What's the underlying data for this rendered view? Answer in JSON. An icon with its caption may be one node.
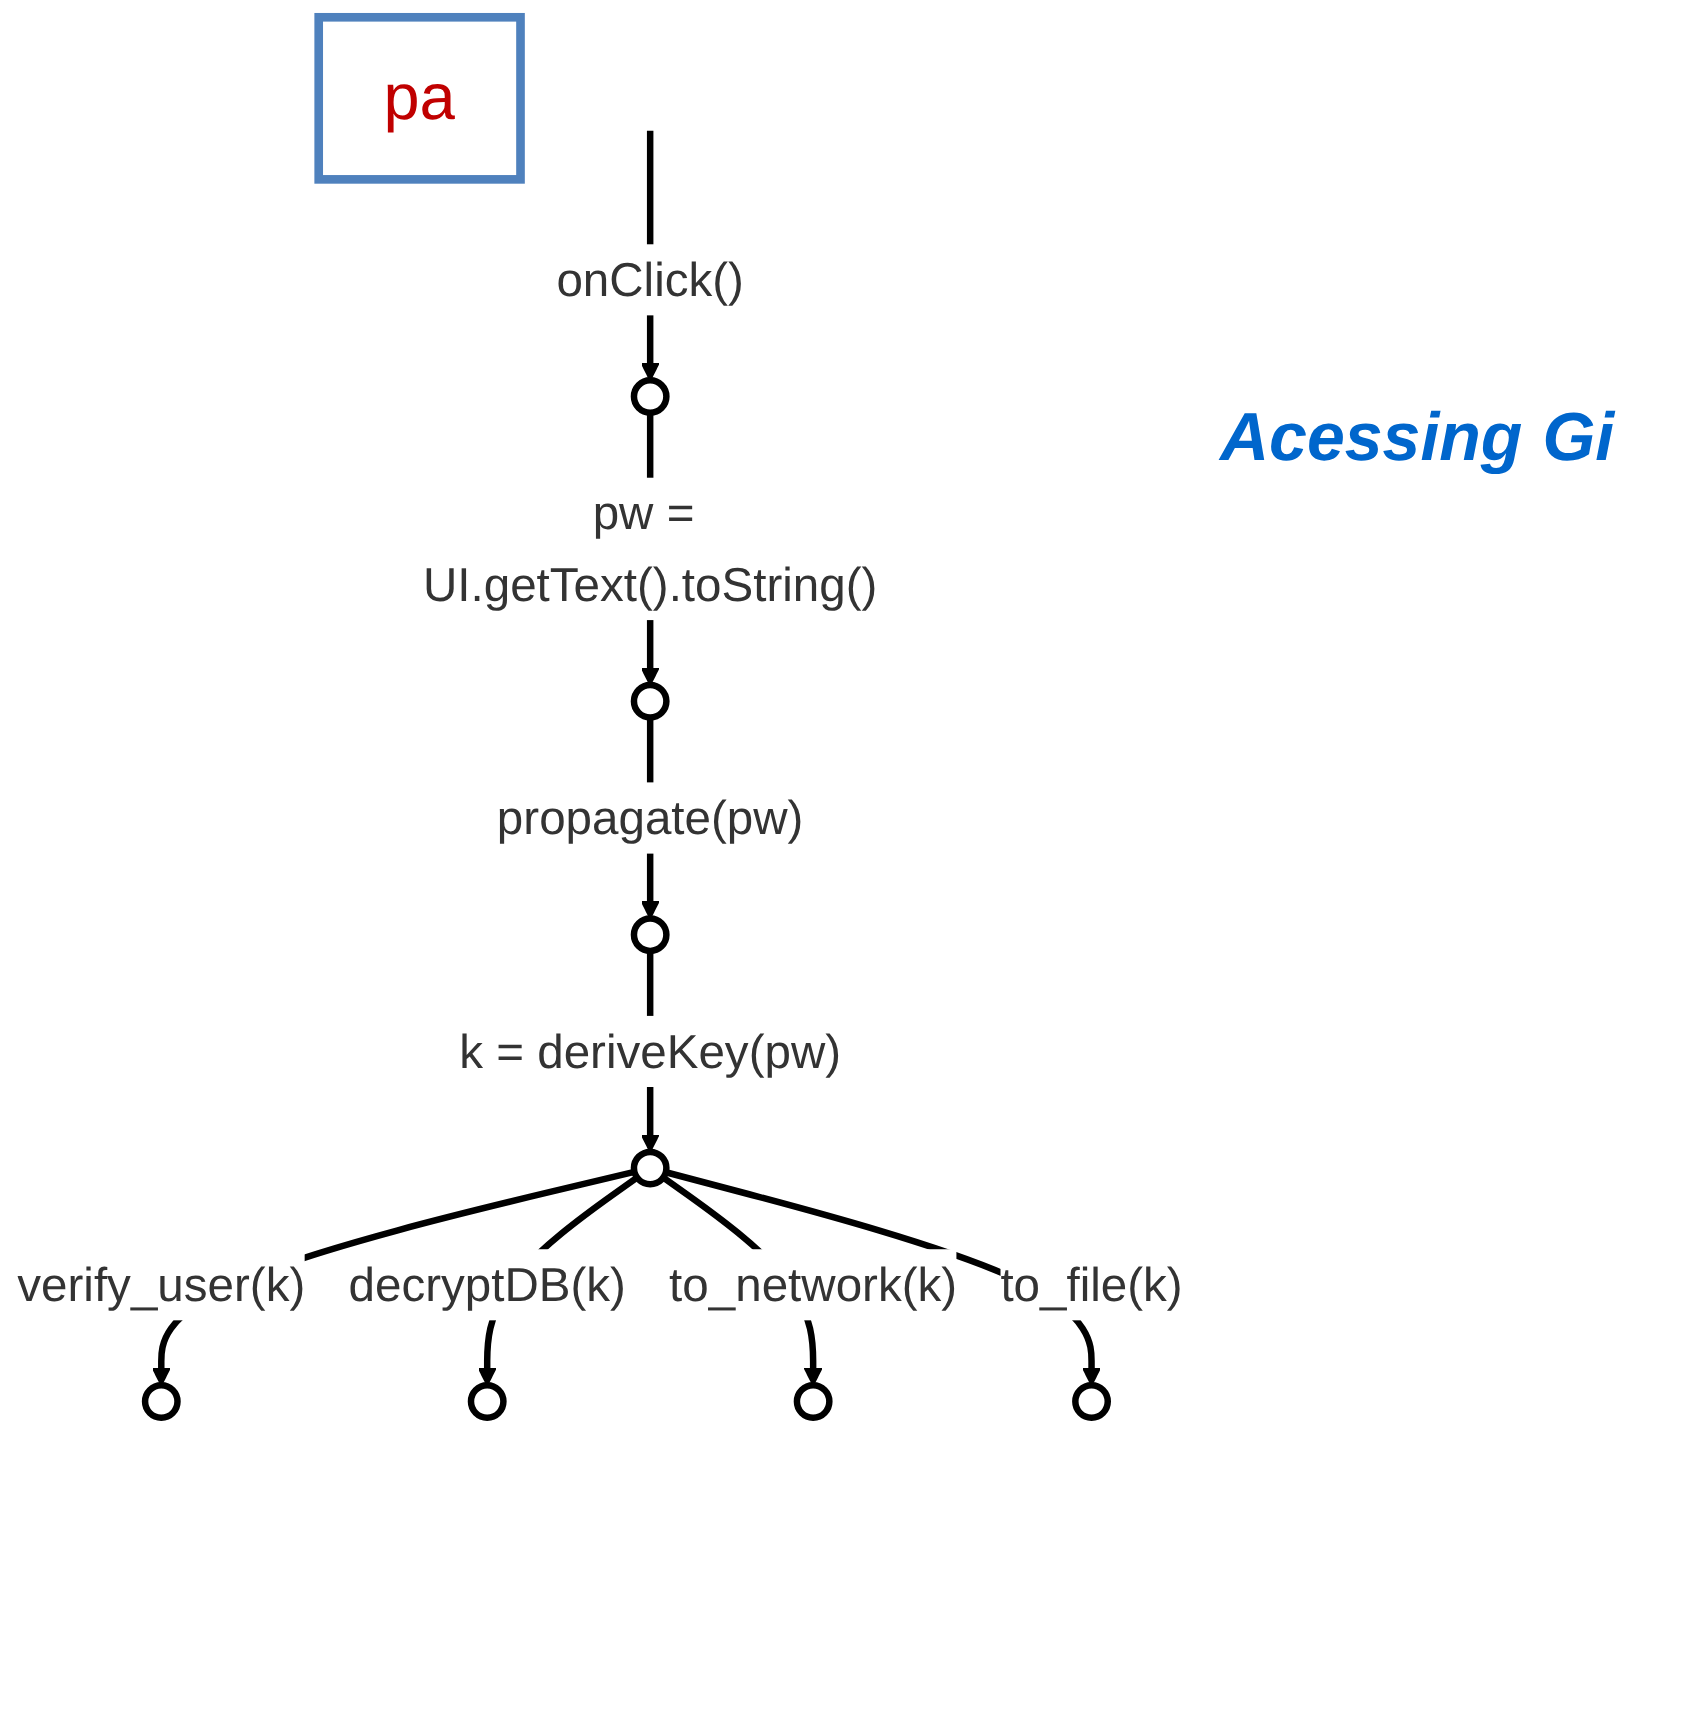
{
  "diagram": {
    "nodes": [
      {
        "text": [],
        "shape": "circle"
      },
      {
        "text": [],
        "shape": "circle"
      },
      {
        "text": [],
        "shape": "circle"
      },
      {
        "text": [],
        "shape": "circle"
      },
      {
        "text": [],
        "shape": "circle"
      },
      {
        "text": [],
        "shape": "circle"
      },
      {
        "text": [],
        "shape": "circle"
      },
      {
        "text": [],
        "shape": "circle"
      },
      {
        "text": [
          "pa"
        ]
      }
    ],
    "edges": [
      {
        "from": null,
        "to": 0,
        "arrow": "to",
        "label": "onClick()"
      },
      {
        "from": 0,
        "to": 1,
        "arrow": "to",
        "label": "pw = UI.getText().toString()"
      },
      {
        "from": 1,
        "to": 2,
        "arrow": "to",
        "label": "propagate(pw)"
      },
      {
        "from": 2,
        "to": 3,
        "arrow": "to",
        "label": "k = deriveKey(pw)"
      },
      {
        "from": 3,
        "to": 4,
        "arrow": "to",
        "label": "verify_user(k)"
      },
      {
        "from": 3,
        "to": 5,
        "arrow": "to",
        "label": "decryptDB(k)"
      },
      {
        "from": 3,
        "to": 6,
        "arrow": "to",
        "label": "to_network(k)"
      },
      {
        "from": 3,
        "to": 7,
        "arrow": "to",
        "label": "to_file(k)"
      }
    ],
    "labels": [
      "Acessing",
      "Gi"
    ]
  }
}
